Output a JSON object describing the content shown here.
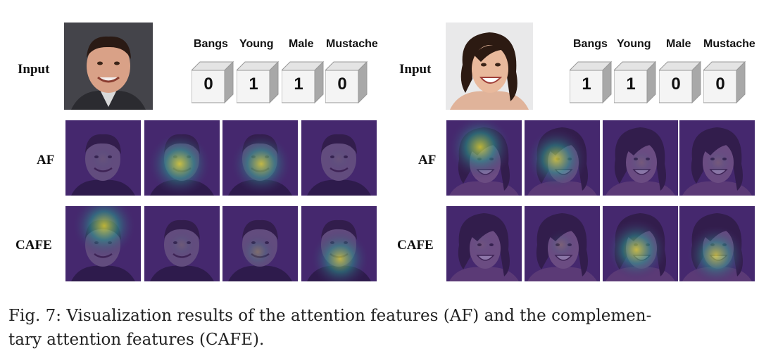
{
  "figure": {
    "panels": [
      {
        "input_label": "Input",
        "rows": [
          "AF",
          "CAFE"
        ],
        "attributes": [
          "Bangs",
          "Young",
          "Male",
          "Mustache"
        ],
        "values": [
          "0",
          "1",
          "1",
          "0"
        ],
        "af_heat": [
          0.05,
          0.85,
          0.8,
          0.05
        ],
        "cafe_heat": [
          0.85,
          0.1,
          0.25,
          0.75
        ]
      },
      {
        "input_label": "Input",
        "rows": [
          "AF",
          "CAFE"
        ],
        "attributes": [
          "Bangs",
          "Young",
          "Male",
          "Mustache"
        ],
        "values": [
          "1",
          "1",
          "0",
          "0"
        ],
        "af_heat": [
          0.85,
          0.8,
          0.1,
          0.1
        ],
        "cafe_heat": [
          0.05,
          0.15,
          0.8,
          0.75
        ]
      }
    ],
    "caption_line1": "Fig. 7: Visualization results of the attention features (AF) and the complemen-",
    "caption_line2": "tary attention features (CAFE).",
    "colors": {
      "heat_low": "#45296e",
      "heat_mid": "#2c8c8a",
      "heat_high": "#e8e231"
    }
  }
}
